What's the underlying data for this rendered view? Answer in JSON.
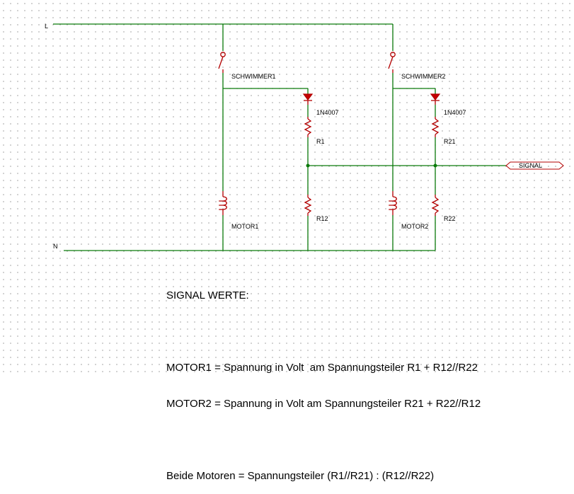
{
  "net_labels": {
    "line": "L",
    "neutral": "N",
    "signal": "SIGNAL"
  },
  "components": {
    "switch1": "SCHWIMMER1",
    "switch2": "SCHWIMMER2",
    "diode1": "1N4007",
    "diode2": "1N4007",
    "r1": "R1",
    "r12": "R12",
    "r21": "R21",
    "r22": "R22",
    "motor1": "MOTOR1",
    "motor2": "MOTOR2"
  },
  "notes": {
    "heading": "SIGNAL WERTE:",
    "line1": "MOTOR1 = Spannung in Volt  am Spannungsteiler R1 + R12//R22",
    "line2": "MOTOR2 = Spannung in Volt am Spannungsteiler R21 + R22//R12",
    "line3": "Beide Motoren = Spannungsteiler (R1//R21) : (R12//R22)"
  },
  "colors": {
    "wire": "#0b7a0b",
    "component": "#b30000",
    "grid_dot": "#9a9a9a"
  }
}
